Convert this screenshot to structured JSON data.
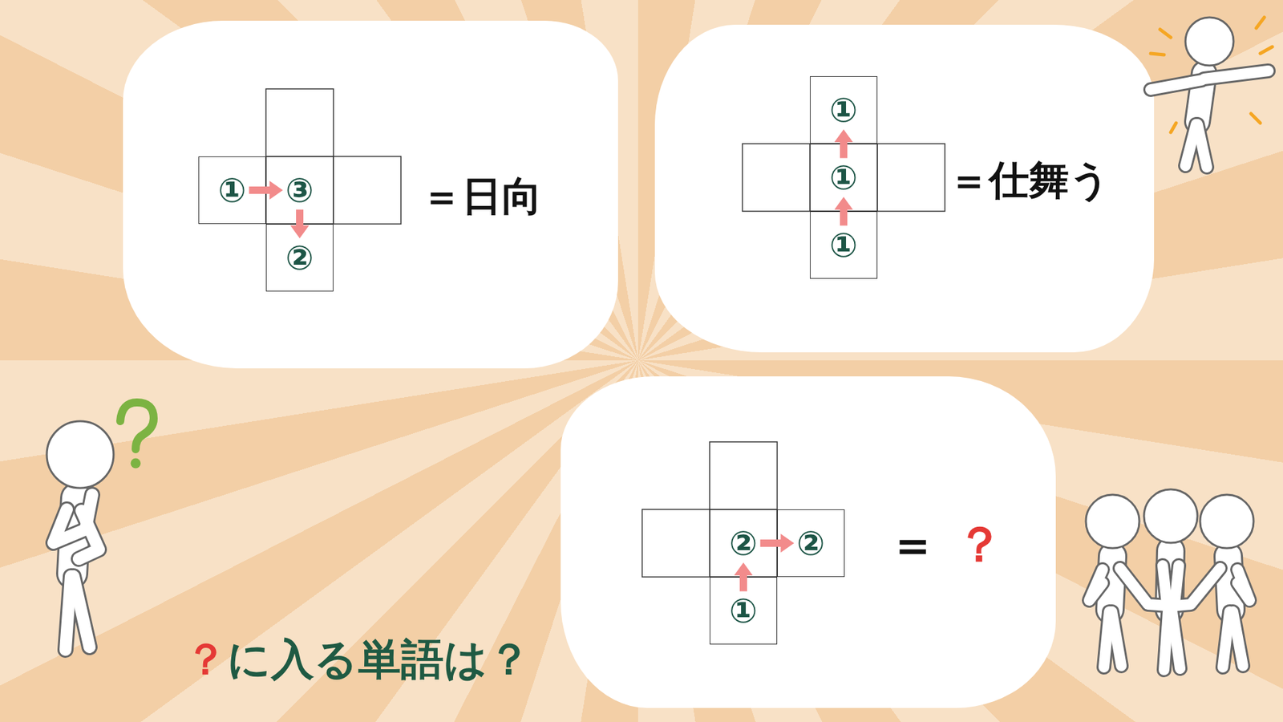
{
  "diagram": {
    "nodes": [
      {
        "text": [
          "＝日向"
        ]
      },
      {
        "text": [
          "①"
        ],
        "in": 0
      },
      {
        "text": [
          "③"
        ],
        "in": 0
      },
      {
        "text": [
          "②"
        ],
        "in": 0
      },
      {
        "text": [
          "＝仕舞う"
        ]
      },
      {
        "text": [
          "①"
        ],
        "in": 4
      },
      {
        "text": [
          "①"
        ],
        "in": 4
      },
      {
        "text": [
          "①"
        ],
        "in": 4
      },
      {
        "text": [
          "＝",
          "？"
        ]
      },
      {
        "text": [
          "②"
        ],
        "in": 8
      },
      {
        "text": [
          "②"
        ],
        "in": 8
      },
      {
        "text": [
          "①"
        ],
        "in": 8
      }
    ],
    "edges": [
      {
        "from": 1,
        "to": 2,
        "arrow": "to"
      },
      {
        "from": 2,
        "to": 3,
        "arrow": "to"
      },
      {
        "from": 7,
        "to": 6,
        "arrow": "to"
      },
      {
        "from": 6,
        "to": 5,
        "arrow": "to"
      },
      {
        "from": 11,
        "to": 9,
        "arrow": "to"
      },
      {
        "from": 9,
        "to": 10,
        "arrow": "to"
      }
    ],
    "labels": [
      "？",
      "に入る単語は？"
    ]
  }
}
